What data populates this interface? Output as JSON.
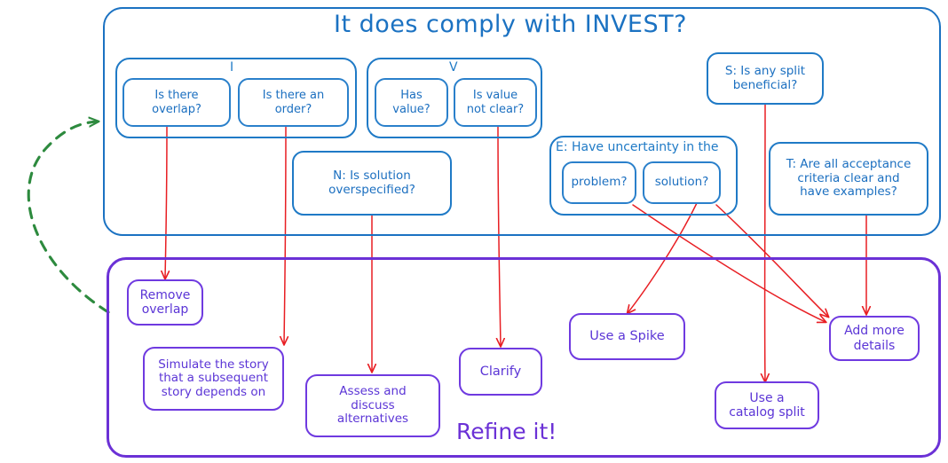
{
  "colors": {
    "blue": "#1b72c2",
    "blue_light": "#2a80cb",
    "purple": "#6b31d6",
    "purple_light": "#6f3ae0",
    "red_arrow": "#e81e23",
    "green_arrow": "#2d8a3e",
    "background": "#ffffff"
  },
  "top_panel": {
    "title": "It does comply with INVEST?",
    "groups": [
      {
        "label": "I",
        "children": [
          {
            "label": "Is there\noverlap?"
          },
          {
            "label": "Is there an\norder?"
          }
        ]
      },
      {
        "label": "V",
        "children": [
          {
            "label": "Has\nvalue?"
          },
          {
            "label": "Is value\nnot clear?"
          }
        ]
      },
      {
        "label": "E: Have uncertainty in the",
        "children": [
          {
            "label": "problem?"
          },
          {
            "label": "solution?"
          }
        ]
      }
    ],
    "boxes": [
      {
        "label": "N: Is solution\noverspecified?"
      },
      {
        "label": "S: Is any split\nbeneficial?"
      },
      {
        "label": "T: Are all acceptance\ncriteria clear and\nhave examples?"
      }
    ]
  },
  "bottom_panel": {
    "title": "Refine it!",
    "boxes": [
      {
        "label": "Remove\noverlap"
      },
      {
        "label": "Simulate the story\nthat a subsequent\nstory depends on"
      },
      {
        "label": "Assess and\ndiscuss\nalternatives"
      },
      {
        "label": "Clarify"
      },
      {
        "label": "Use a Spike"
      },
      {
        "label": "Use a\ncatalog split"
      },
      {
        "label": "Add more\ndetails"
      }
    ]
  },
  "connections": [
    {
      "from": "Is there overlap?",
      "to": "Remove overlap",
      "style": "solid-red-arrow"
    },
    {
      "from": "Is there an order?",
      "to": "Simulate the story that a subsequent story depends on",
      "style": "solid-red-arrow"
    },
    {
      "from": "N: Is solution overspecified?",
      "to": "Assess and discuss alternatives",
      "style": "solid-red-arrow"
    },
    {
      "from": "Is value not clear?",
      "to": "Clarify",
      "style": "solid-red-arrow"
    },
    {
      "from": "solution?",
      "to": "Use a Spike",
      "style": "solid-red-arrow"
    },
    {
      "from": "problem?",
      "to": "Add more details",
      "style": "solid-red-arrow"
    },
    {
      "from": "solution?",
      "to": "Add more details",
      "style": "solid-red-arrow"
    },
    {
      "from": "S: Is any split beneficial?",
      "to": "Use a catalog split",
      "style": "solid-red-arrow"
    },
    {
      "from": "T: Are all acceptance criteria clear and have examples?",
      "to": "Add more details",
      "style": "solid-red-arrow"
    },
    {
      "from": "Refine it!",
      "to": "It does comply with INVEST?",
      "style": "dashed-green-arrow"
    }
  ]
}
